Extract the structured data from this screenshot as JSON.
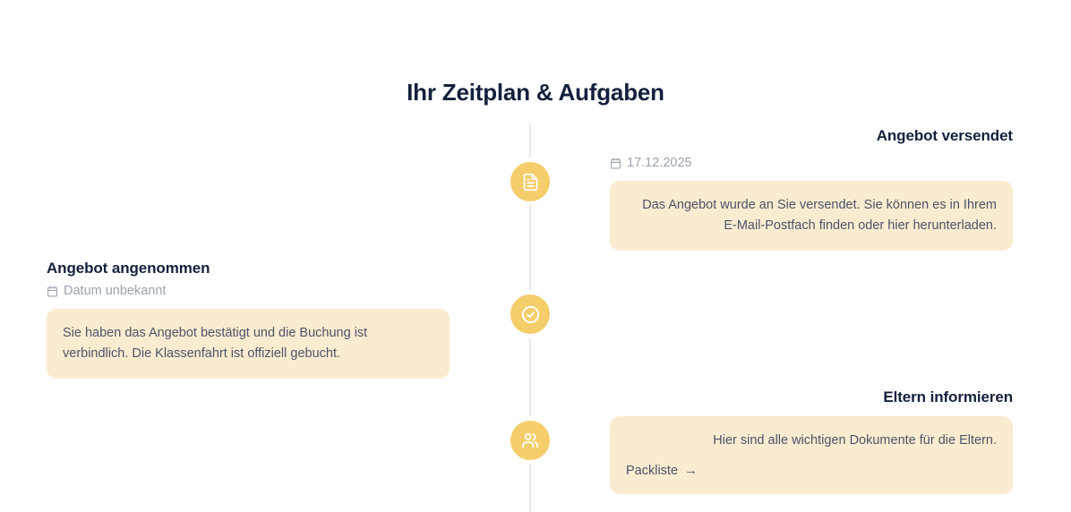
{
  "page": {
    "title": "Ihr Zeitplan & Aufgaben",
    "accent_color": "#F5CE6B",
    "card_background": "#FBEBD0",
    "title_color": "#14213D",
    "body_text_color": "#4A5568",
    "muted_text_color": "#9AA3AD",
    "axis_color": "#E6E8EB"
  },
  "timeline": {
    "items": [
      {
        "id": "angebot-versendet",
        "side": "right",
        "icon": "file-text-icon",
        "heading": "Angebot versendet",
        "date_icon": "calendar-icon",
        "date": "17.12.2025",
        "description": "Das Angebot wurde an Sie versendet. Sie können es in Ihrem E-Mail-Postfach finden oder hier herunterladen.",
        "link": null
      },
      {
        "id": "angebot-angenommen",
        "side": "left",
        "icon": "check-circle-icon",
        "heading": "Angebot angenommen",
        "date_icon": "calendar-icon",
        "date": "Datum unbekannt",
        "description": "Sie haben das Angebot bestätigt und die Buchung ist verbindlich. Die Klassenfahrt ist offiziell gebucht.",
        "link": null
      },
      {
        "id": "eltern-informieren",
        "side": "right",
        "icon": "users-icon",
        "heading": "Eltern informieren",
        "date_icon": null,
        "date": null,
        "description": "Hier sind alle wichtigen Dokumente für die Eltern.",
        "link": {
          "label": "Packliste",
          "arrow": "→"
        }
      }
    ]
  }
}
